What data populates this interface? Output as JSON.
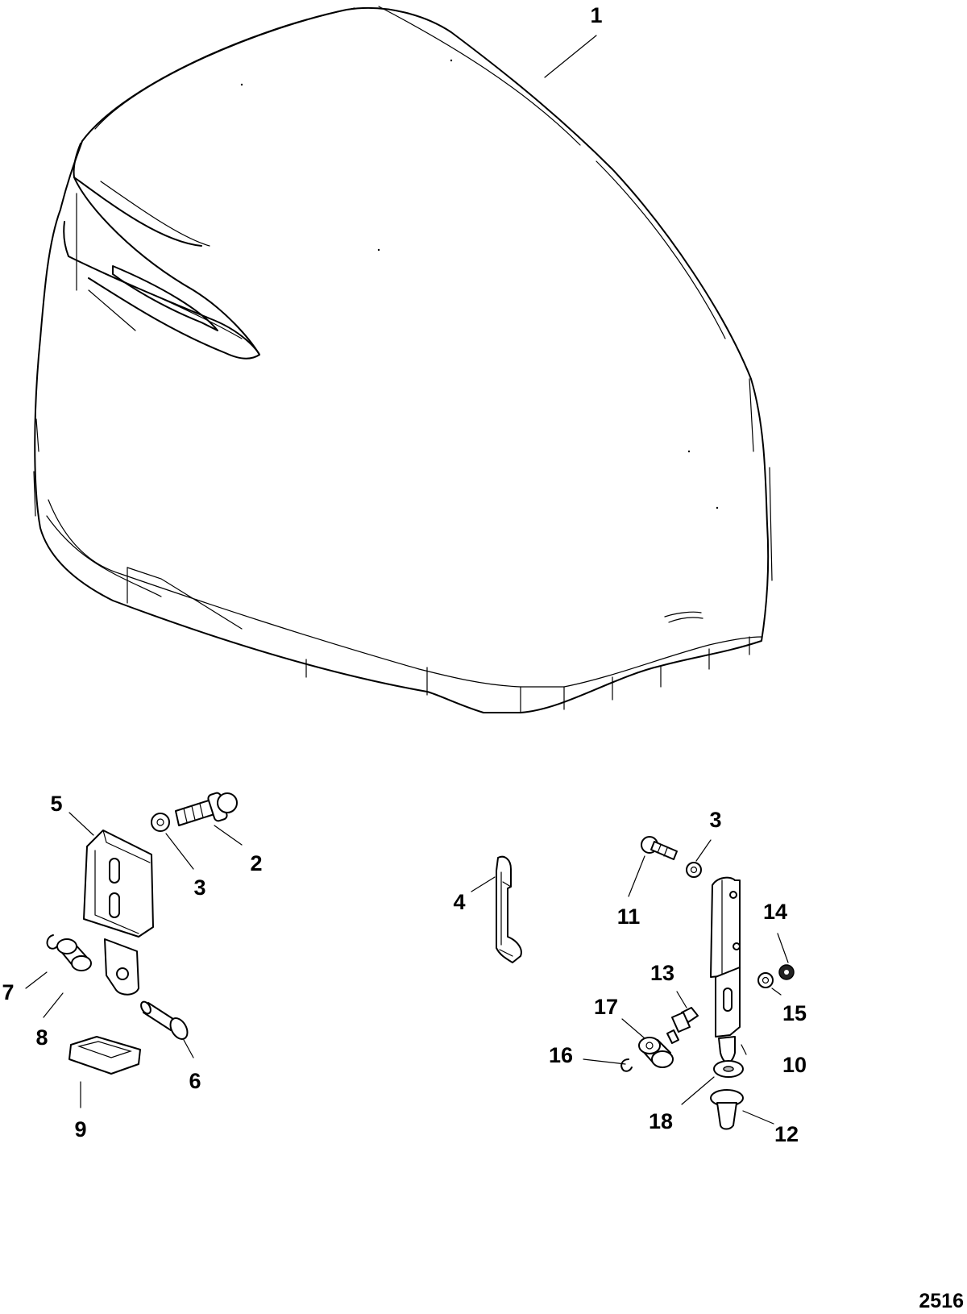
{
  "callouts": [
    "1",
    "2",
    "3",
    "3",
    "4",
    "5",
    "6",
    "7",
    "8",
    "9",
    "10",
    "11",
    "12",
    "13",
    "14",
    "15",
    "16",
    "17",
    "18"
  ],
  "figure_number": "2516"
}
